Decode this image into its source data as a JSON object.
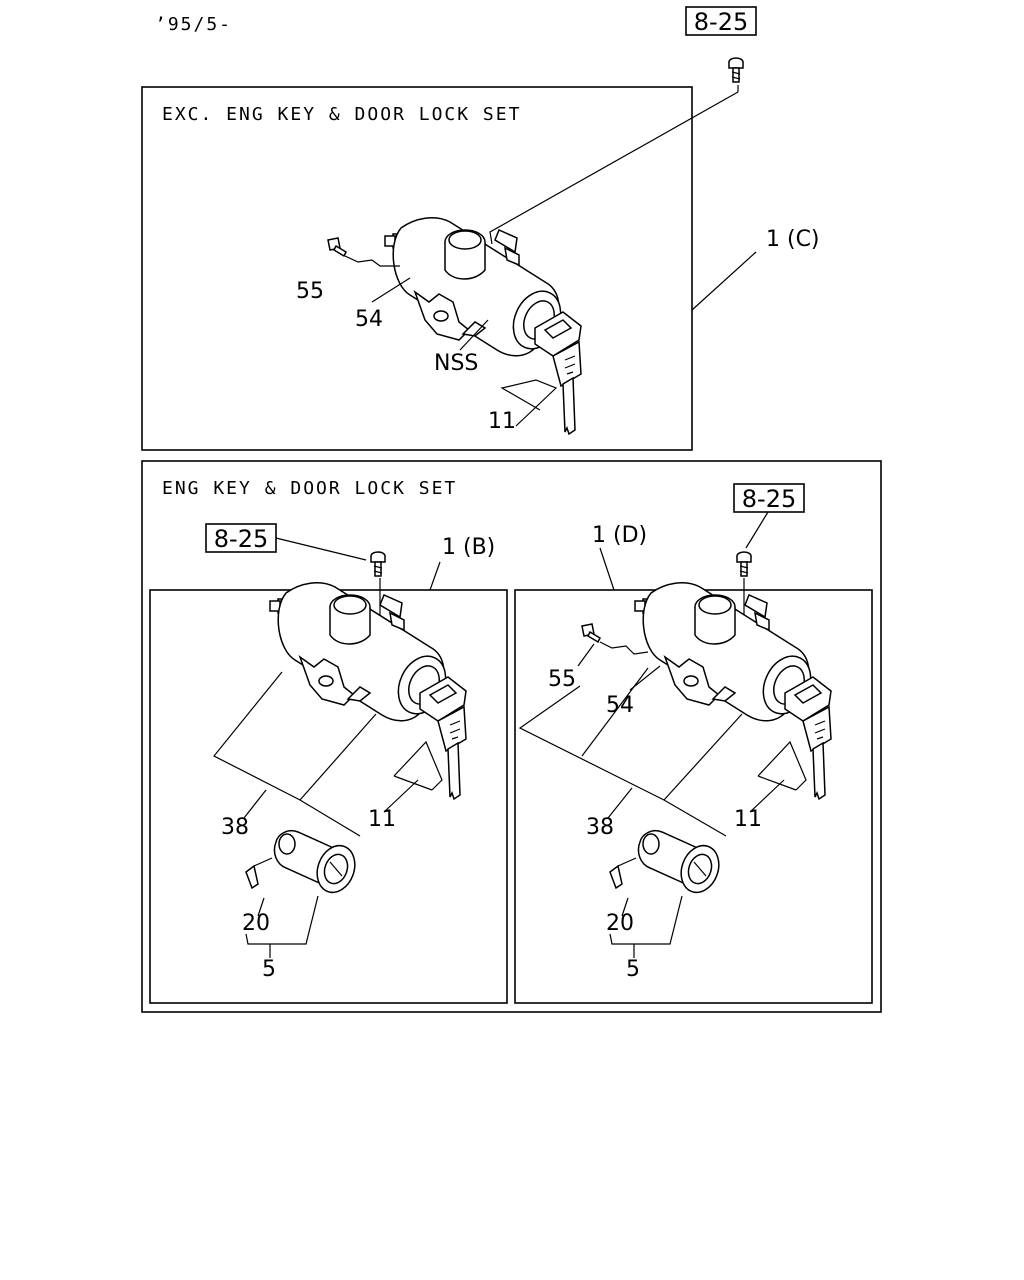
{
  "date_code": "’95/5-",
  "top_ref": "8-25",
  "box_c": {
    "title": "EXC. ENG KEY & DOOR LOCK SET",
    "part_label": "1 (C)",
    "labels": {
      "screw": "55",
      "switch": "54",
      "nss": "NSS",
      "key": "11"
    }
  },
  "box_set": {
    "title": "ENG KEY & DOOR LOCK SET",
    "sub_b": {
      "ref": "8-25",
      "part_label": "1 (B)",
      "labels": {
        "assy": "38",
        "key": "11",
        "door_lock": "5",
        "clip": "20"
      }
    },
    "sub_d": {
      "ref": "8-25",
      "part_label": "1 (D)",
      "labels": {
        "screw": "55",
        "switch": "54",
        "assy": "38",
        "key": "11",
        "door_lock": "5",
        "clip": "20"
      }
    }
  }
}
